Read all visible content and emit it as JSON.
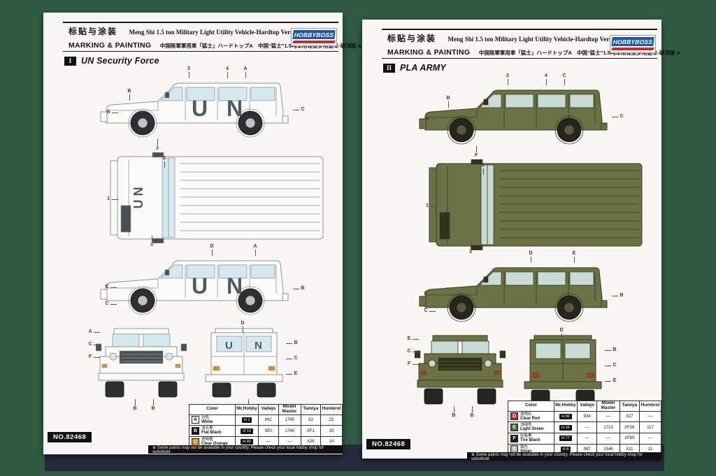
{
  "brand": {
    "name": "HOBBYBOSS"
  },
  "letters": {
    "A": "A",
    "B": "B",
    "C": "C",
    "D": "D",
    "E": "E",
    "F": "F",
    "U": "U",
    "N": "N",
    "UN": "U N",
    "n1": "1",
    "n2": "2",
    "n3": "3",
    "n4": "4"
  },
  "footer": {
    "kit_no": "NO.82468",
    "note": "※ Some paints may not be available in your country. Please check your local hobby shop for substitute"
  },
  "table_headers": [
    "Color",
    "Mr.Hobby",
    "Vallejo",
    "Model Master",
    "Tamiya",
    "Humbrol"
  ],
  "pages": [
    {
      "numeral": "I",
      "title": "UN Security Force",
      "header": {
        "cn_title": "标贴与涂装",
        "en_title": "Meng Shi 1.5 ton Military Light Utility Vehicle-Hardtop Version A",
        "marking": "MARKING & PAINTING",
        "cn_sub": "中国陸軍軍用車「猛士」ハードトップA　中国“猛士”1.5吨军用轻型多用途车-硬顶版 A"
      },
      "colors": {
        "body": "#fafaf7",
        "outline": "#8f959a",
        "window": "#d4e8ed",
        "detail": "#4a4f54",
        "marking": "#4f5a63",
        "wheel": "#2e2f30",
        "hub": "#bfc3c6",
        "lamp": "#e08a28"
      },
      "table": {
        "rows": [
          {
            "letter": "A",
            "swatch": "#ffffff",
            "swatch_text": "#111111",
            "name_cn": "白色",
            "name_en": "White",
            "mr_hobby": "H 1",
            "vallejo": "842",
            "model_master": "1745",
            "tamiya": "X2",
            "humbrol": "22"
          },
          {
            "letter": "B",
            "swatch": "#161616",
            "swatch_text": "#ffffff",
            "name_cn": "消光黑",
            "name_en": "Flat Black",
            "mr_hobby": "H 12",
            "vallejo": "950",
            "model_master": "1749",
            "tamiya": "XF1",
            "humbrol": "33"
          },
          {
            "letter": "C",
            "swatch": "#e2861f",
            "swatch_text": "#ffffff",
            "name_cn": "透明橙",
            "name_en": "Clear Orange",
            "mr_hobby": "H 92",
            "vallejo": "—",
            "model_master": "—",
            "tamiya": "X26",
            "humbrol": "14"
          }
        ]
      }
    },
    {
      "numeral": "II",
      "title": "PLA ARMY",
      "header": {
        "cn_title": "标贴与涂装",
        "en_title": "Meng Shi 1.5 ton Military Light Utility Vehicle-Hardtop Version A",
        "marking": "MARKING & PAINTING",
        "cn_sub": "中国陸軍軍用車「猛士」ハードトップA　中国“猛士”1.5吨军用轻型多用途车-硬顶版 A"
      },
      "colors": {
        "body": "#6b7245",
        "outline": "#383e1f",
        "window": "#c9dbd6",
        "detail": "#2e3419",
        "marking": "#2e3419",
        "wheel": "#26261f",
        "hub": "#555a38",
        "lamp": "#b23430"
      },
      "table": {
        "rows": [
          {
            "letter": "D",
            "swatch": "#c0272d",
            "swatch_text": "#ffffff",
            "name_cn": "透明红",
            "name_en": "Clear Red",
            "mr_hobby": "H 90",
            "vallejo": "934",
            "model_master": "—",
            "tamiya": "X27",
            "humbrol": "—"
          },
          {
            "letter": "E",
            "swatch": "#3f6b2e",
            "swatch_text": "#ffffff",
            "name_cn": "浅绿色",
            "name_en": "Light Green",
            "mr_hobby": "H 26",
            "vallejo": "—",
            "model_master": "1713",
            "tamiya": "XF26",
            "humbrol": "117"
          },
          {
            "letter": "F",
            "swatch": "#1c1c1c",
            "swatch_text": "#ffffff",
            "name_cn": "轮胎黑",
            "name_en": "Tire Black",
            "mr_hobby": "H 77",
            "vallejo": "—",
            "model_master": "—",
            "tamiya": "XF85",
            "humbrol": "—"
          },
          {
            "letter": "B",
            "swatch": "#a8adb2",
            "swatch_text": "#ffffff",
            "name_cn": "银色",
            "name_en": "Silver",
            "mr_hobby": "H 8",
            "vallejo": "997",
            "model_master": "1546",
            "tamiya": "X11",
            "humbrol": "11"
          }
        ]
      }
    }
  ]
}
